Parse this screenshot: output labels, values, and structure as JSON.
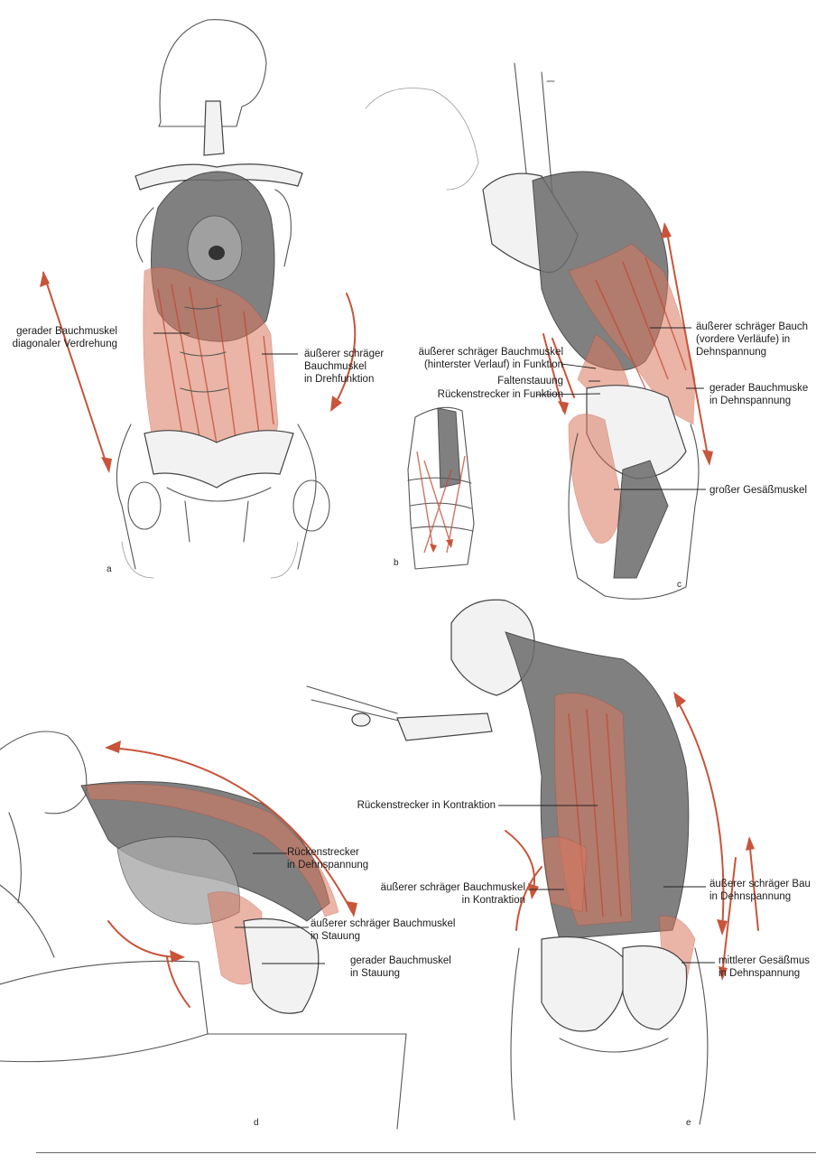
{
  "labels": {
    "a_rectus": [
      "gerader Bauchmuskel",
      "diagonaler Verdrehung"
    ],
    "a_oblique": [
      "äußerer schräger",
      "Bauchmuskel",
      "in Drehfunktion"
    ],
    "c_oblique_post": [
      "äußerer schräger Bauchmuskel",
      "(hinterster Verlauf) in Funktion"
    ],
    "c_fold": "Faltenstauung",
    "c_erector": "Rückenstrecker in Funktion",
    "c_oblique_front": [
      "äußerer schräger Bauch",
      "(vordere Verläufe) in",
      "Dehnspannung"
    ],
    "c_rectus": [
      "gerader Bauchmuske",
      "in Dehnspannung"
    ],
    "c_glute": "großer Gesäßmuskel",
    "d_erector": [
      "Rückenstrecker",
      "in Dehnspannung"
    ],
    "d_oblique": [
      "äußerer schräger Bauchmuskel",
      "in Stauung"
    ],
    "d_rectus": [
      "gerader Bauchmuskel",
      "in Stauung"
    ],
    "e_erector": "Rückenstrecker in Kontraktion",
    "e_oblique_contr": [
      "äußerer schräger Bauchmuskel",
      "in Kontraktion"
    ],
    "e_oblique_stretch": [
      "äußerer schräger Bau",
      "in Dehnspannung"
    ],
    "e_glute_med": [
      "mittlerer Gesäßmus",
      "in Dehnspannung"
    ]
  },
  "figure_letters": {
    "a": "a",
    "b": "b",
    "c": "c",
    "d": "d",
    "e": "e"
  },
  "colors": {
    "muscle": "#d9785f",
    "arrow": "#c8543a",
    "pencil": "#555555"
  }
}
